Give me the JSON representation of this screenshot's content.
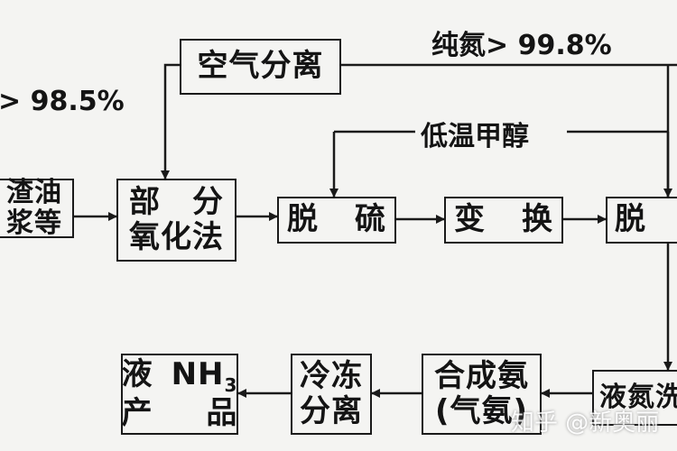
{
  "boxes": {
    "feedstock": {
      "line1": "渣油",
      "line2": "浆等"
    },
    "partial_oxidation": {
      "l1a": "部",
      "l1b": "分",
      "line2": "氧化法"
    },
    "air_separation": {
      "text": "空气分离"
    },
    "desulfurization": {
      "a": "脱",
      "b": "硫"
    },
    "shift": {
      "a": "变",
      "b": "换"
    },
    "decarbonization": {
      "a": "脱"
    },
    "liquid_nitrogen_wash": {
      "text": "液氮洗"
    },
    "ammonia_synthesis": {
      "line1": "合成氨",
      "line2": "(气氨)"
    },
    "refrigeration_separation": {
      "line1": "冷冻",
      "line2": "分离"
    },
    "product": {
      "l1a": "液",
      "l1b": "NH",
      "l1sub": "3",
      "l2a": "产",
      "l2b": "品"
    }
  },
  "labels": {
    "pure_nitrogen": "纯氮> 99.8%",
    "oxygen_purity": "> 98.5%",
    "methanol": "低温甲醇"
  },
  "watermark": "知乎 @新奥丽"
}
